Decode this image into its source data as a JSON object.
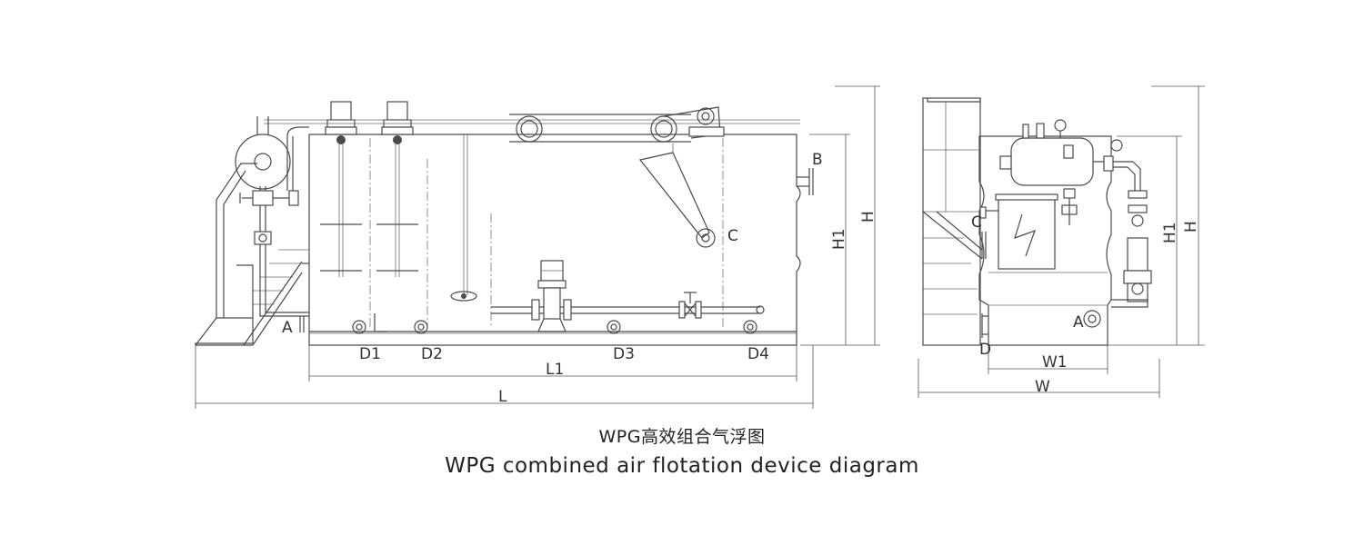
{
  "caption": {
    "title_zh": "WPG高效组合气浮图",
    "title_en": "WPG  combined air flotation device diagram"
  },
  "side_view": {
    "labels": {
      "a": "A",
      "b": "B",
      "c": "C",
      "d1": "D1",
      "d2": "D2",
      "d3": "D3",
      "d4": "D4",
      "l1": "L1",
      "l": "L",
      "h": "H",
      "h1": "H1"
    }
  },
  "end_view": {
    "labels": {
      "a": "A",
      "c": "C",
      "d": "D",
      "w1": "W1",
      "w": "W",
      "h": "H",
      "h1": "H1"
    }
  }
}
